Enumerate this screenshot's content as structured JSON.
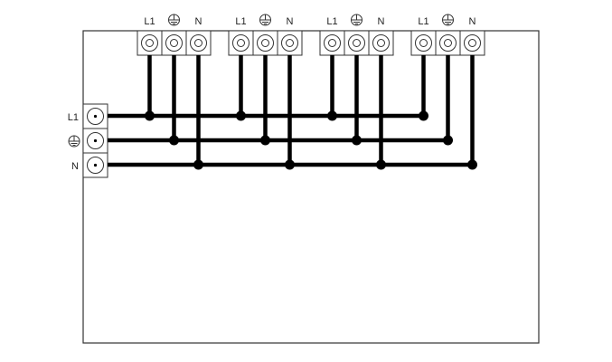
{
  "diagram": {
    "terminal_labels": {
      "live": "L1",
      "neutral": "N",
      "earth_icon": "earth-ground-symbol"
    },
    "top_terminal_blocks": [
      {
        "id": "block-1",
        "terminals": [
          "L1",
          "earth",
          "N"
        ]
      },
      {
        "id": "block-2",
        "terminals": [
          "L1",
          "earth",
          "N"
        ]
      },
      {
        "id": "block-3",
        "terminals": [
          "L1",
          "earth",
          "N"
        ]
      },
      {
        "id": "block-4",
        "terminals": [
          "L1",
          "earth",
          "N"
        ]
      }
    ],
    "input_terminal_block": {
      "terminals": [
        "L1",
        "earth",
        "N"
      ]
    },
    "colors": {
      "wire": "#000000",
      "outline": "#333333",
      "terminal_fill": "#ffffff"
    }
  }
}
